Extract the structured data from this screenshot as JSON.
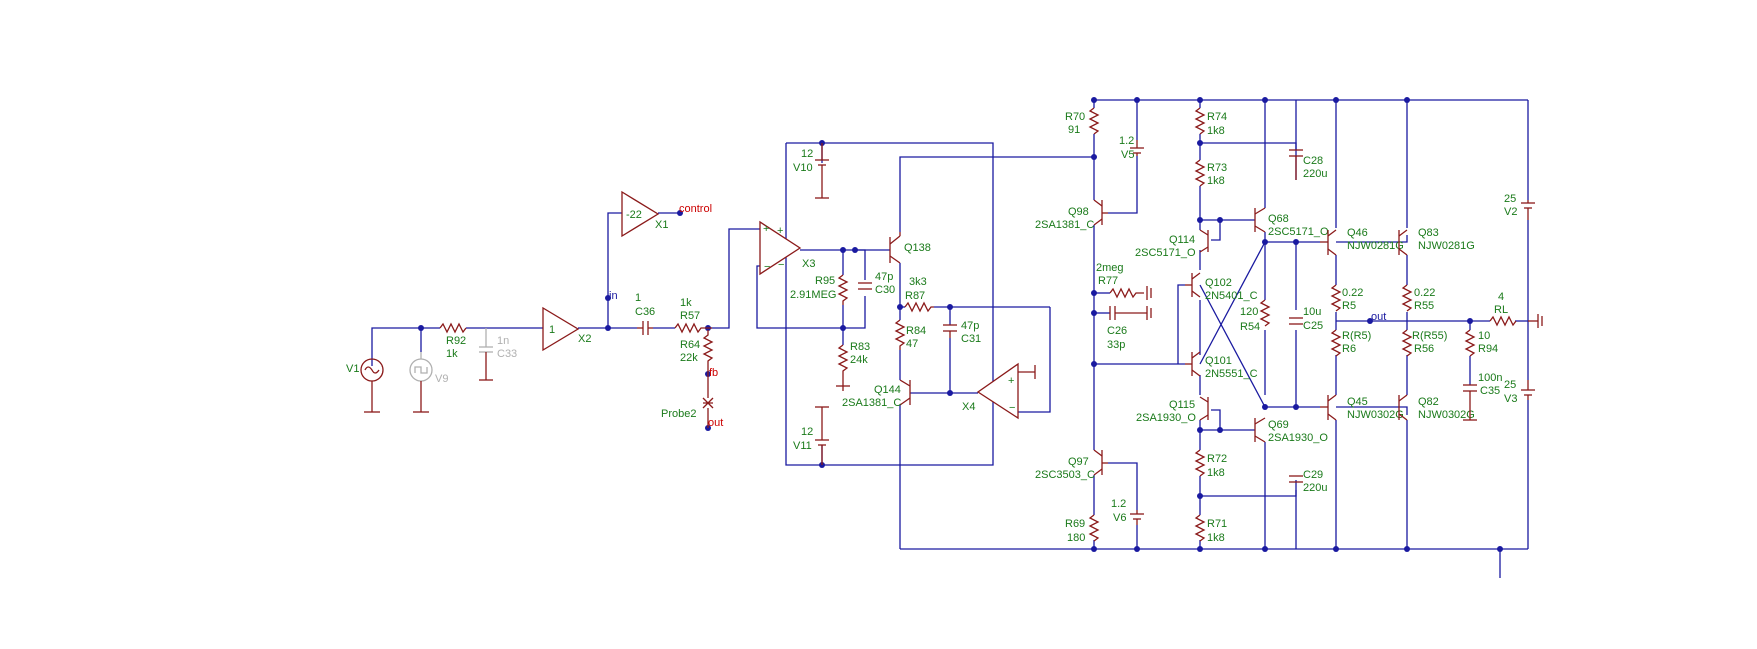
{
  "colors": {
    "wire": "#1a1aa0",
    "component": "#8b1a1a",
    "label": "#1a7a1a",
    "net_label": "#cc0000",
    "disabled": "#b0b0b0"
  },
  "sources": {
    "V1": {
      "name": "V1"
    },
    "V9": {
      "name": "V9"
    },
    "V10": {
      "name": "V10",
      "value": "12"
    },
    "V11": {
      "name": "V11",
      "value": "12"
    },
    "V5": {
      "name": "V5",
      "value": "1.2"
    },
    "V6": {
      "name": "V6",
      "value": "1.2"
    },
    "V2": {
      "name": "V2",
      "value": "25"
    },
    "V3": {
      "name": "V3",
      "value": "25"
    }
  },
  "amplifiers": {
    "X1": {
      "name": "X1",
      "gain": "-22"
    },
    "X2": {
      "name": "X2",
      "gain": "1"
    },
    "X3": {
      "name": "X3"
    },
    "X4": {
      "name": "X4"
    }
  },
  "resistors": {
    "R92": {
      "name": "R92",
      "value": "1k"
    },
    "R57": {
      "name": "R57",
      "value": "1k"
    },
    "R64": {
      "name": "R64",
      "value": "22k"
    },
    "R95": {
      "name": "R95",
      "value": "2.91MEG"
    },
    "R83": {
      "name": "R83",
      "value": "24k"
    },
    "R87": {
      "name": "R87",
      "value": "3k3"
    },
    "R84": {
      "name": "R84",
      "value": "47"
    },
    "R70": {
      "name": "R70",
      "value": "91"
    },
    "R69": {
      "name": "R69",
      "value": "180"
    },
    "R77": {
      "name": "R77",
      "value": "2meg"
    },
    "R74": {
      "name": "R74",
      "value": "1k8"
    },
    "R73": {
      "name": "R73",
      "value": "1k8"
    },
    "R72": {
      "name": "R72",
      "value": "1k8"
    },
    "R71": {
      "name": "R71",
      "value": "1k8"
    },
    "R54": {
      "name": "R54",
      "value": "120"
    },
    "R5": {
      "name": "R5",
      "value": "0.22"
    },
    "R55": {
      "name": "R55",
      "value": "0.22"
    },
    "R6": {
      "name": "R6",
      "value": "R(R5)"
    },
    "R56": {
      "name": "R56",
      "value": "R(R55)"
    },
    "R94": {
      "name": "R94",
      "value": "10"
    },
    "RL": {
      "name": "RL",
      "value": "4"
    }
  },
  "capacitors": {
    "C33": {
      "name": "C33",
      "value": "1n"
    },
    "C36": {
      "name": "C36",
      "value": "1"
    },
    "C30": {
      "name": "C30",
      "value": "47p"
    },
    "C31": {
      "name": "C31",
      "value": "47p"
    },
    "C26": {
      "name": "C26",
      "value": "33p"
    },
    "C28": {
      "name": "C28",
      "value": "220u"
    },
    "C29": {
      "name": "C29",
      "value": "220u"
    },
    "C25": {
      "name": "C25",
      "value": "10u"
    },
    "C35": {
      "name": "C35",
      "value": "100n"
    }
  },
  "transistors": {
    "Q138": {
      "name": "Q138",
      "model": ""
    },
    "Q144": {
      "name": "Q144",
      "model": "2SA1381_C"
    },
    "Q98": {
      "name": "Q98",
      "model": "2SA1381_C"
    },
    "Q97": {
      "name": "Q97",
      "model": "2SC3503_C"
    },
    "Q114": {
      "name": "Q114",
      "model": "2SC5171_O"
    },
    "Q115": {
      "name": "Q115",
      "model": "2SA1930_O"
    },
    "Q102": {
      "name": "Q102",
      "model": "2N5401_C"
    },
    "Q101": {
      "name": "Q101",
      "model": "2N5551_C"
    },
    "Q68": {
      "name": "Q68",
      "model": "2SC5171_O"
    },
    "Q69": {
      "name": "Q69",
      "model": "2SA1930_O"
    },
    "Q46": {
      "name": "Q46",
      "model": "NJW0281G"
    },
    "Q83": {
      "name": "Q83",
      "model": "NJW0281G"
    },
    "Q45": {
      "name": "Q45",
      "model": "NJW0302G"
    },
    "Q82": {
      "name": "Q82",
      "model": "NJW0302G"
    }
  },
  "nets": {
    "in": "in",
    "control": "control",
    "fb": "fb",
    "out_probe": "out",
    "out": "out"
  },
  "probes": {
    "Probe2": "Probe2"
  }
}
